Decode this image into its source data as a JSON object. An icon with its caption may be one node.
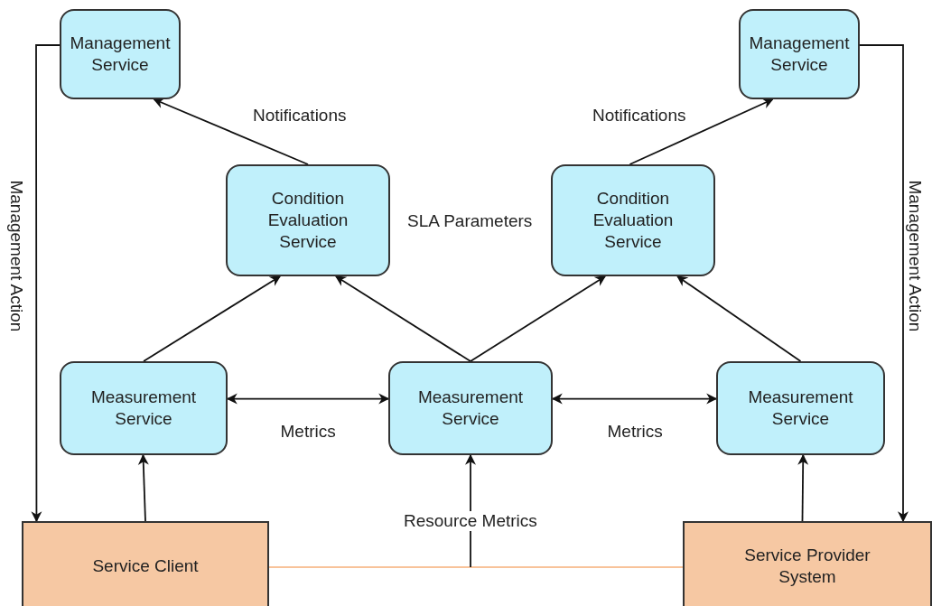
{
  "diagram": {
    "nodes": [
      {
        "text": [
          "Management Service"
        ]
      },
      {
        "text": [
          "Management Service"
        ]
      },
      {
        "text": [
          "Condition Evaluation Service"
        ]
      },
      {
        "text": [
          "Condition Evaluation Service"
        ]
      },
      {
        "text": [
          "Measurement Service"
        ]
      },
      {
        "text": [
          "Measurement Service"
        ]
      },
      {
        "text": [
          "Measurement Service"
        ]
      },
      {
        "text": [
          "Service Client"
        ]
      },
      {
        "text": [
          "Service Provider System"
        ]
      }
    ],
    "edges": [
      {
        "from": 2,
        "to": 0,
        "arrow": "to",
        "label": "Notifications"
      },
      {
        "from": 3,
        "to": 1,
        "arrow": "to",
        "label": "Notifications"
      },
      {
        "from": 4,
        "to": 2,
        "arrow": "to"
      },
      {
        "from": 5,
        "to": 2,
        "arrow": "to",
        "label": "SLA Parameters"
      },
      {
        "from": 5,
        "to": 3,
        "arrow": "to"
      },
      {
        "from": 6,
        "to": 3,
        "arrow": "to"
      },
      {
        "from": 4,
        "to": 5,
        "arrow": "both",
        "label": "Metrics"
      },
      {
        "from": 5,
        "to": 6,
        "arrow": "both",
        "label": "Metrics"
      },
      {
        "from": 7,
        "to": 4,
        "arrow": "to"
      },
      {
        "from": 8,
        "to": 6,
        "arrow": "to"
      },
      {
        "from": 7,
        "to": 8,
        "arrow": "none",
        "color": "#f8c39a"
      },
      {
        "from": null,
        "to": 5,
        "arrow": "to",
        "label": "Resource Metrics"
      },
      {
        "from": 0,
        "to": 7,
        "arrow": "to",
        "label": "Management Action"
      },
      {
        "from": 1,
        "to": 8,
        "arrow": "to",
        "label": "Management Action"
      }
    ]
  }
}
